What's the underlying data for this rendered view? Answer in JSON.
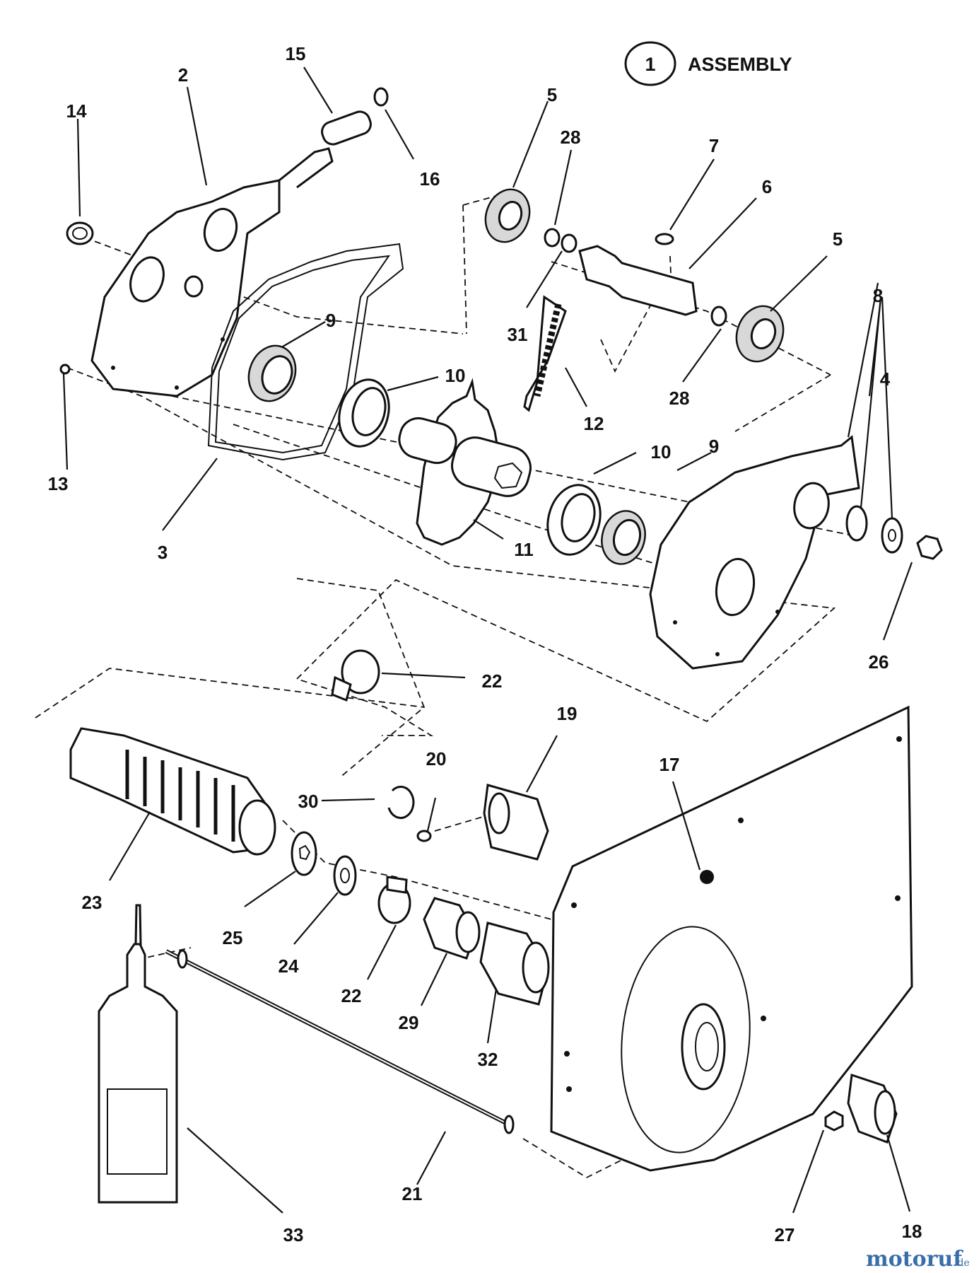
{
  "assembly": {
    "number": "1",
    "label": "ASSEMBLY"
  },
  "callouts": [
    "2",
    "3",
    "4",
    "5",
    "5",
    "6",
    "7",
    "8",
    "9",
    "9",
    "10",
    "10",
    "11",
    "12",
    "13",
    "14",
    "15",
    "16",
    "17",
    "18",
    "19",
    "20",
    "21",
    "22",
    "22",
    "23",
    "24",
    "25",
    "26",
    "27",
    "28",
    "28",
    "29",
    "30",
    "31",
    "32",
    "33"
  ],
  "watermark": {
    "brand": "motoruf",
    "tld": ".de"
  },
  "colors": {
    "ink": "#111111",
    "paper": "#ffffff",
    "watermark": "#3a6ea8"
  }
}
